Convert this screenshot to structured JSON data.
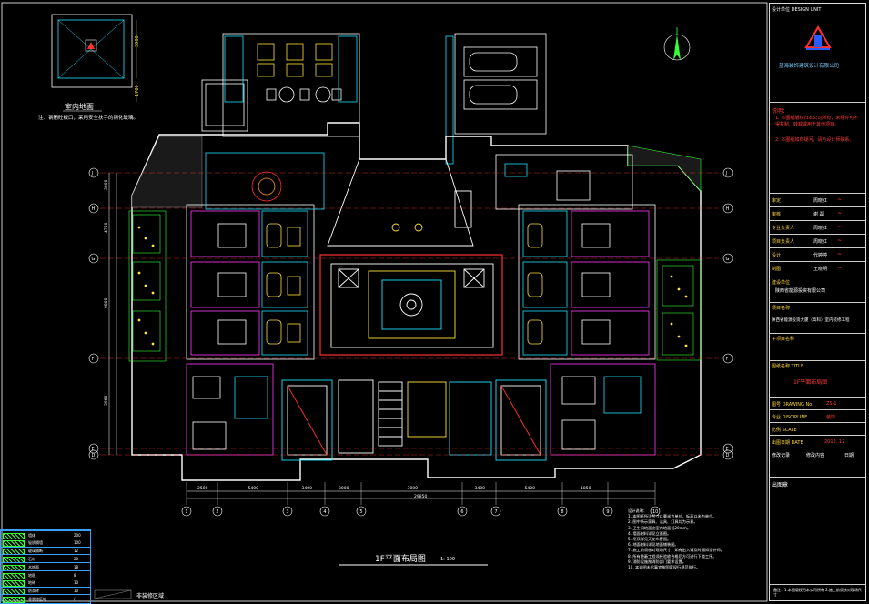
{
  "drawing": {
    "title": "1F平面布局图",
    "scale": "1: 100",
    "inset_label": "室内地面",
    "inset_note": "注：钢筋砼板口，采用安全扶手的钢化玻璃。",
    "non_decor_area": "非装修区域"
  },
  "grid": {
    "rows": [
      "J",
      "H",
      "G",
      "F",
      "E",
      "D"
    ],
    "cols": [
      "1",
      "2",
      "3",
      "4",
      "5",
      "6",
      "7",
      "8",
      "9",
      "10"
    ],
    "dims_bottom": [
      "2500",
      "5400",
      "3400",
      "3000",
      "3000",
      "3400",
      "5400",
      "1850"
    ],
    "total_bottom": "29850",
    "dims_left": [
      "3000",
      "4750",
      "9800",
      "3960"
    ]
  },
  "title_block": {
    "design_unit_label": "设计单位  DESIGN UNIT",
    "company": "蓝海装饰建筑设计有限公司",
    "notes_label": "说明：",
    "note1": "1. 本图纸版权归本公司所有，未经许可不得复制、转载或用于其他项目。",
    "note2": "2. 本图纸如有疑问，请与设计师联系。",
    "roles": [
      {
        "label": "审定",
        "name": "周晓红"
      },
      {
        "label": "审核",
        "name": "谢  磊"
      },
      {
        "label": "专业负责人",
        "name": "周晓红"
      },
      {
        "label": "项目负责人",
        "name": "周晓红"
      },
      {
        "label": "设计",
        "name": "代婷婷"
      },
      {
        "label": "制图",
        "name": "王晓明"
      }
    ],
    "client_label": "建设单位",
    "client": "陕西省能源投资有限公司",
    "project_label": "项目名称",
    "project": "陕西省能源投资大厦（高科）室内装修工程",
    "subproject_label": "子项目名称",
    "drawing_name_label": "图纸名称 TITLE",
    "drawing_name": "1F平面布局图",
    "drawing_no_label": "图号 DRAWING No.",
    "drawing_no": "ZS-1",
    "discipline_label": "专业 DISCIPLINE",
    "discipline": "装饰",
    "scale_label": "比例 SCALE",
    "date_label": "出图日期 DATE",
    "date": "2012. 12",
    "revision_header": [
      "修改记录",
      "修改内容",
      "日期"
    ],
    "stamp_label": "出图章",
    "footer": "备注：1.本图版权归本公司所有 2.施工前须核对现场尺寸"
  },
  "notes_block": {
    "title": "设计说明：",
    "lines": [
      "1. 本图纸所注尺寸以毫米为单位，标高以米为单位。",
      "2. 图中所示家具、洁具、灯具均为示意。",
      "3. 卫生间地面比室内地面低20mm。",
      "4. 墙面材料详见立面图。",
      "5. 吊顶详见天花布置图。",
      "6. 地面材料详见地面铺装图。",
      "7. 施工前须核对现场尺寸，如有出入请及时通知设计师。",
      "8. 所有隐蔽工程须经验收合格后方可进行下道工序。",
      "9. 消防设施按消防部门要求设置。",
      "10. 本说明未尽事宜按国家现行规范执行。"
    ]
  },
  "legend_rows": [
    {
      "name": "墙体",
      "val": "200"
    },
    {
      "name": "轻质隔墙",
      "val": "100"
    },
    {
      "name": "玻璃隔断",
      "val": "12"
    },
    {
      "name": "石材",
      "val": "20"
    },
    {
      "name": "木饰面",
      "val": "18"
    },
    {
      "name": "地毯",
      "val": "8"
    },
    {
      "name": "地砖",
      "val": "10"
    },
    {
      "name": "防滑砖",
      "val": "10"
    },
    {
      "name": "非装修区域",
      "val": "/"
    }
  ],
  "colors": {
    "wall": "#ffffff",
    "cyan": "#20e0ff",
    "magenta": "#ff3cff",
    "yellow": "#ffe23a",
    "red": "#ff3030",
    "green": "#35ff35",
    "orange": "#ff9a1f"
  }
}
